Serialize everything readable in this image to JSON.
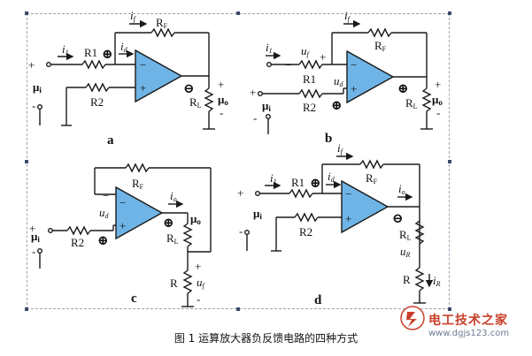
{
  "caption": "图 1 运算放大器负反馈电路的四种方式",
  "watermark": {
    "title": "电工技术之家",
    "url": "www.dgjs123.com"
  },
  "colors": {
    "opamp_fill": "#6fb4e6",
    "wire": "#1a1a1a",
    "watermark_red": "#c9402b"
  },
  "diagrams": {
    "a": {
      "letter": "a",
      "i1": "i",
      "i1_sub": "1",
      "if": "i",
      "if_sub": "f",
      "id": "i",
      "id_sub": "d",
      "r1": "R1",
      "r2": "R2",
      "rf": "R",
      "rf_sub": "F",
      "rl": "R",
      "rl_sub": "L",
      "ui": "μ",
      "ui_sub": "i",
      "uo": "μ",
      "uo_sub": "o",
      "plus_in": "+",
      "minus_in": "-",
      "plus_out": "+",
      "minus_out": "-",
      "node_sign": "⊕",
      "out_sign": "⊖",
      "op_minus": "−",
      "op_plus": "+"
    },
    "b": {
      "letter": "b",
      "i1": "i",
      "i1_sub": "1",
      "if": "i",
      "if_sub": "f",
      "uf": "u",
      "uf_sub": "f",
      "ud": "u",
      "ud_sub": "d",
      "r1": "R1",
      "r2": "R2",
      "rf": "R",
      "rf_sub": "F",
      "rl": "R",
      "rl_sub": "L",
      "ui": "μ",
      "ui_sub": "i",
      "uo": "μ",
      "uo_sub": "o",
      "plus_in": "+",
      "minus_in": "-",
      "plus_out": "+",
      "minus_out": "-",
      "uf_minus": "−",
      "uf_plus": "+",
      "node_sign": "⊕",
      "out_sign": "⊕",
      "op_minus": "−",
      "op_plus": "+"
    },
    "c": {
      "letter": "c",
      "io": "i",
      "io_sub": "o",
      "ud": "u",
      "ud_sub": "d",
      "uf": "u",
      "uf_sub": "f",
      "r2": "R2",
      "rf": "R",
      "rf_sub": "F",
      "rl": "R",
      "rl_sub": "L",
      "r": "R",
      "ui": "μ",
      "ui_sub": "i",
      "uo": "μ",
      "uo_sub": "o",
      "plus_in": "+",
      "minus_in": "-",
      "plus_f": "+",
      "minus_f": "-",
      "node_sign": "⊕",
      "out_sign": "⊕",
      "op_minus": "−",
      "op_plus": "+",
      "ud_minus": "−"
    },
    "d": {
      "letter": "d",
      "i1": "i",
      "i1_sub": "1",
      "if": "i",
      "if_sub": "f",
      "id": "i",
      "id_sub": "d",
      "io": "i",
      "io_sub": "o",
      "ur": "u",
      "ur_sub": "R",
      "ir": "i",
      "ir_sub": "R",
      "r1": "R1",
      "r2": "R2",
      "rf": "R",
      "rf_sub": "F",
      "rl": "R",
      "rl_sub": "L",
      "r": "R",
      "ui": "μ",
      "ui_sub": "i",
      "plus_in": "+",
      "minus_in": "-",
      "node_sign": "⊕",
      "out_sign": "⊖",
      "op_minus": "−",
      "op_plus": "+"
    }
  }
}
